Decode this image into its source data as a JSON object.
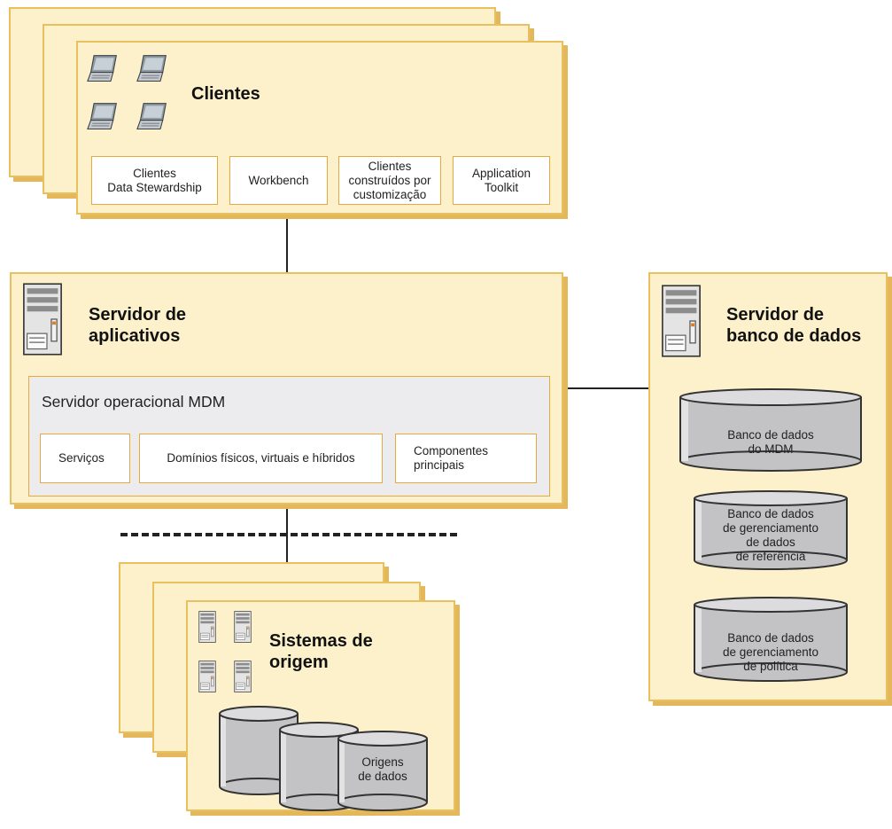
{
  "clients": {
    "title": "Clientes",
    "boxes": [
      "Clientes\nData Stewardship",
      "Workbench",
      "Clientes\nconstruídos por\ncustomização",
      "Application\nToolkit"
    ]
  },
  "app_server": {
    "title": "Servidor de\naplicativos",
    "mdm": {
      "title": "Servidor operacional MDM",
      "boxes": [
        "Serviços",
        "Domínios físicos, virtuais e híbridos",
        "Componentes\nprincipais"
      ]
    }
  },
  "db_server": {
    "title": "Servidor de\nbanco de dados",
    "databases": [
      "Banco de dados\ndo MDM",
      "Banco de dados\nde gerenciamento\nde dados\nde referência",
      "Banco de dados\nde gerenciamento\nde política"
    ]
  },
  "source_systems": {
    "title": "Sistemas de\norigem",
    "datasource": "Origens\nde dados"
  },
  "icons": {
    "laptop": "laptop-icon",
    "server": "server-tower-icon",
    "database": "database-cylinder-icon"
  },
  "colors": {
    "panel_fill": "#fdf1cc",
    "panel_border": "#e8c060",
    "box_border": "#e8a93c",
    "mdm_fill": "#ececee",
    "cylinder": "#c3c3c5"
  }
}
